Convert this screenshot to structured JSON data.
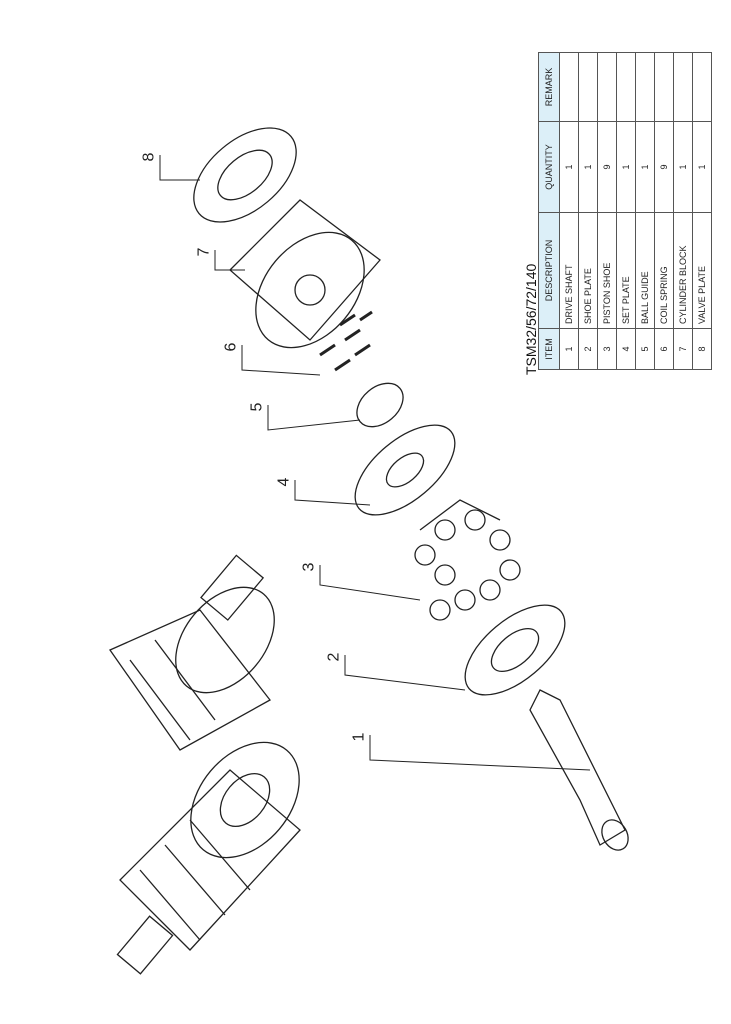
{
  "title": "TSM32/56/72/140",
  "table": {
    "headers": [
      "ITEM",
      "DESCRIPTION",
      "QUANTITY",
      "REMARK"
    ],
    "rows": [
      {
        "item": "1",
        "description": "DRIVE SHAFT",
        "quantity": "1",
        "remark": ""
      },
      {
        "item": "2",
        "description": "SHOE PLATE",
        "quantity": "1",
        "remark": ""
      },
      {
        "item": "3",
        "description": "PISTON SHOE",
        "quantity": "9",
        "remark": ""
      },
      {
        "item": "4",
        "description": "SET PLATE",
        "quantity": "1",
        "remark": ""
      },
      {
        "item": "5",
        "description": "BALL GUIDE",
        "quantity": "1",
        "remark": ""
      },
      {
        "item": "6",
        "description": "COIL SPRING",
        "quantity": "9",
        "remark": ""
      },
      {
        "item": "7",
        "description": "CYLINDER BLOCK",
        "quantity": "1",
        "remark": ""
      },
      {
        "item": "8",
        "description": "VALVE PLATE",
        "quantity": "1",
        "remark": ""
      }
    ]
  },
  "callouts": [
    "1",
    "2",
    "3",
    "4",
    "5",
    "6",
    "7",
    "8"
  ]
}
